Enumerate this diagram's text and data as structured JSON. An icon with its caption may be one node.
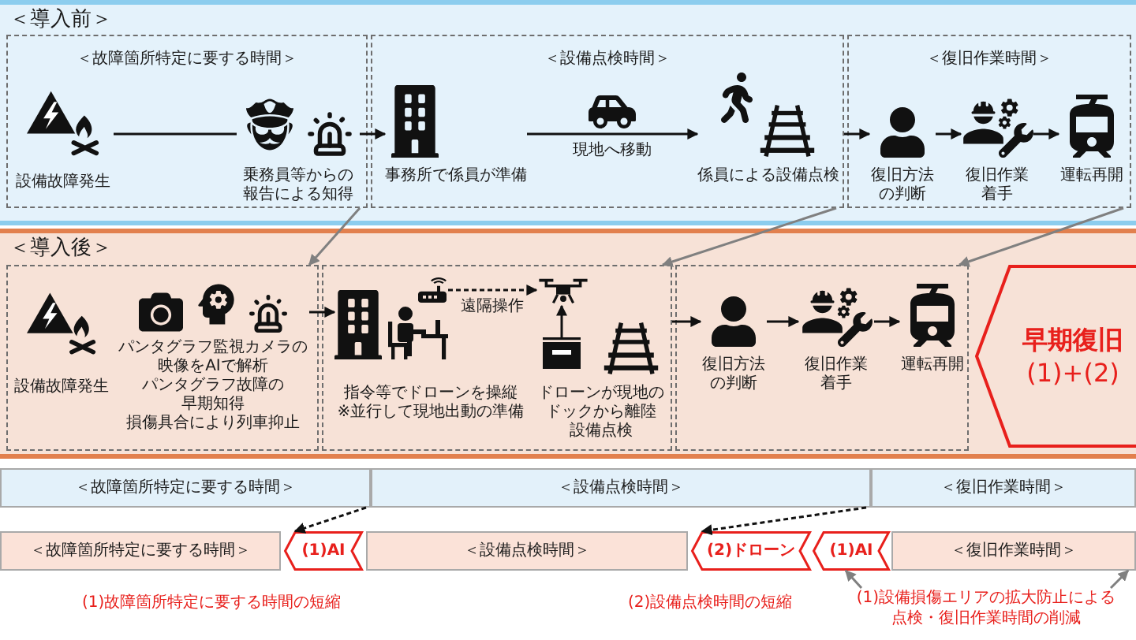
{
  "diagram": {
    "nodes": [
      {
        "text": [
          "＜導入前＞"
        ]
      },
      {
        "text": [
          "＜故障箇所特定に要する時間＞"
        ],
        "in": 0
      },
      {
        "text": [
          "設備故障発生"
        ],
        "in": 1
      },
      {
        "text": [
          "乗務員等からの報告による知得"
        ],
        "in": 1
      },
      {
        "text": [
          "＜設備点検時間＞"
        ],
        "in": 0
      },
      {
        "text": [
          "事務所で係員が準備"
        ],
        "in": 4
      },
      {
        "text": [
          "係員による設備点検"
        ],
        "in": 4
      },
      {
        "text": [
          "＜復旧作業時間＞"
        ],
        "in": 0
      },
      {
        "text": [
          "復旧方法の判断"
        ],
        "in": 7
      },
      {
        "text": [
          "復旧作業着手"
        ],
        "in": 7
      },
      {
        "text": [
          "運転再開"
        ],
        "in": 7
      },
      {
        "text": [
          "＜導入後＞"
        ]
      },
      {
        "text": [],
        "shape": "box",
        "in": 11
      },
      {
        "text": [
          "設備故障発生"
        ],
        "in": 12
      },
      {
        "text": [
          "パンタグラフ監視カメラの映像をAIで解析",
          "パンタグラフ故障の早期知得",
          "損傷具合により列車抑止"
        ],
        "in": 12
      },
      {
        "text": [],
        "shape": "box",
        "in": 11
      },
      {
        "text": [
          "指令等でドローンを操縦",
          "※並行して現地出動の準備"
        ],
        "in": 15
      },
      {
        "text": [],
        "shape": "picture",
        "in": 16
      },
      {
        "text": [
          "ドローンが現地のドックから離陸",
          "設備点検"
        ],
        "in": 15
      },
      {
        "text": [],
        "shape": "picture",
        "in": 15
      },
      {
        "text": [],
        "shape": "picture",
        "in": 15
      },
      {
        "text": [],
        "shape": "box",
        "in": 11
      },
      {
        "text": [
          "復旧方法の判断"
        ],
        "in": 21
      },
      {
        "text": [
          "復旧作業着手"
        ],
        "in": 21
      },
      {
        "text": [
          "運転再開"
        ],
        "in": 21
      },
      {
        "text": [
          "早期復旧",
          "(1)+(2)"
        ],
        "in": 11
      },
      {
        "text": [
          "＜故障箇所特定に要する時間＞"
        ]
      },
      {
        "text": [
          "＜設備点検時間＞"
        ]
      },
      {
        "text": [
          "＜復旧作業時間＞"
        ]
      },
      {
        "text": [
          "＜故障箇所特定に要する時間＞"
        ]
      },
      {
        "text": [
          "(1)AI"
        ]
      },
      {
        "text": [
          "＜設備点検時間＞"
        ]
      },
      {
        "text": [
          "(2)ドローン"
        ]
      },
      {
        "text": [
          "(1)AI"
        ]
      },
      {
        "text": [
          "＜復旧作業時間＞"
        ]
      },
      {
        "text": [
          "(1)設備損傷エリアの拡大防止による点検・復旧作業時間の削減"
        ]
      }
    ],
    "edges": [
      {
        "from": 2,
        "to": 3,
        "arrow": "none"
      },
      {
        "from": 3,
        "to": 5,
        "arrow": "to"
      },
      {
        "from": 5,
        "to": 6,
        "arrow": "to",
        "label": "現地へ移動"
      },
      {
        "from": 4,
        "to": 8,
        "arrow": "to"
      },
      {
        "from": 8,
        "to": 9,
        "arrow": "to"
      },
      {
        "from": 9,
        "to": 10,
        "arrow": "to"
      },
      {
        "from": 1,
        "to": 12,
        "arrow": "to",
        "color": "#808080"
      },
      {
        "from": 4,
        "to": 15,
        "arrow": "to",
        "color": "#808080"
      },
      {
        "from": 7,
        "to": 21,
        "arrow": "to",
        "color": "#808080"
      },
      {
        "from": 14,
        "to": 16,
        "arrow": "to"
      },
      {
        "from": 17,
        "to": 19,
        "arrow": "to",
        "label": "遠隔操作",
        "style": "dashed"
      },
      {
        "from": 20,
        "to": 19,
        "arrow": "to"
      },
      {
        "from": 15,
        "to": 22,
        "arrow": "to"
      },
      {
        "from": 22,
        "to": 23,
        "arrow": "to"
      },
      {
        "from": 23,
        "to": 24,
        "arrow": "to"
      },
      {
        "from": 26,
        "to": 30,
        "arrow": "to",
        "style": "dashed"
      },
      {
        "from": 27,
        "to": 32,
        "arrow": "to",
        "style": "dashed"
      },
      {
        "from": 35,
        "to": 33,
        "arrow": "to",
        "color": "#808080"
      },
      {
        "from": 35,
        "to": 34,
        "arrow": "to",
        "color": "#808080"
      }
    ],
    "labels": [
      "(1)故障箇所特定に要する時間の短縮",
      "(2)設備点検時間の短縮"
    ]
  }
}
